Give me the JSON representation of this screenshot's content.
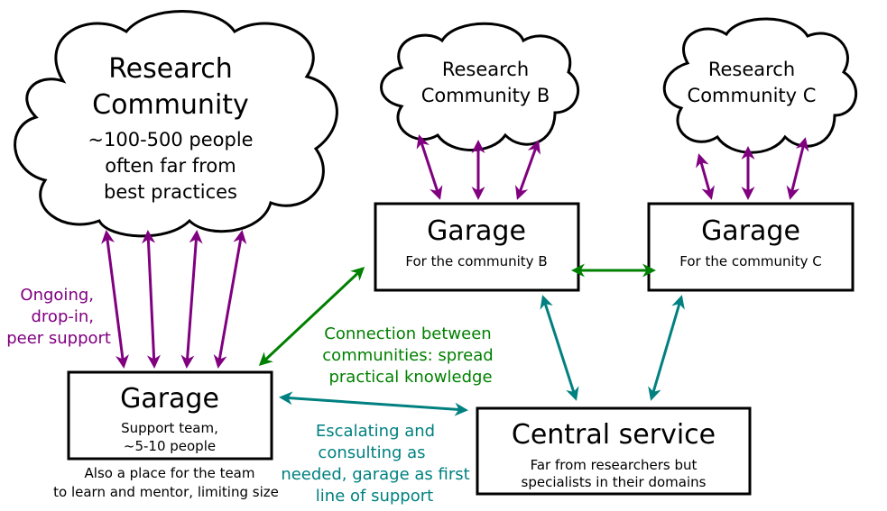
{
  "clouds": {
    "main": {
      "title_line1": "Research",
      "title_line2": "Community",
      "desc_line1": "~100-500 people",
      "desc_line2": "often far from",
      "desc_line3": "best practices"
    },
    "b": {
      "title_line1": "Research",
      "title_line2": "Community B"
    },
    "c": {
      "title_line1": "Research",
      "title_line2": "Community C"
    }
  },
  "boxes": {
    "garage_main": {
      "title": "Garage",
      "sub_line1": "Support team,",
      "sub_line2": "~5-10 people"
    },
    "garage_b": {
      "title": "Garage",
      "sub_line1": "For the community B"
    },
    "garage_c": {
      "title": "Garage",
      "sub_line1": "For the community C"
    },
    "central": {
      "title": "Central service",
      "sub_line1": "Far from researchers but",
      "sub_line2": "specialists in their domains"
    }
  },
  "annotations": {
    "peer_support": {
      "line1": "Ongoing,",
      "line2": "drop-in,",
      "line3": "peer support"
    },
    "connection": {
      "line1": "Connection  between",
      "line2": "communities: spread",
      "line3": "practical knowledge"
    },
    "escalating": {
      "line1": "Escalating and",
      "line2": "consulting as",
      "line3": "needed, garage as first",
      "line4": "line of support"
    },
    "team_note": {
      "line1": "Also a place for the team",
      "line2": "to learn and mentor, limiting size"
    }
  },
  "colors": {
    "purple": "#800080",
    "green": "#008000",
    "teal": "#008080",
    "black": "#000000"
  }
}
